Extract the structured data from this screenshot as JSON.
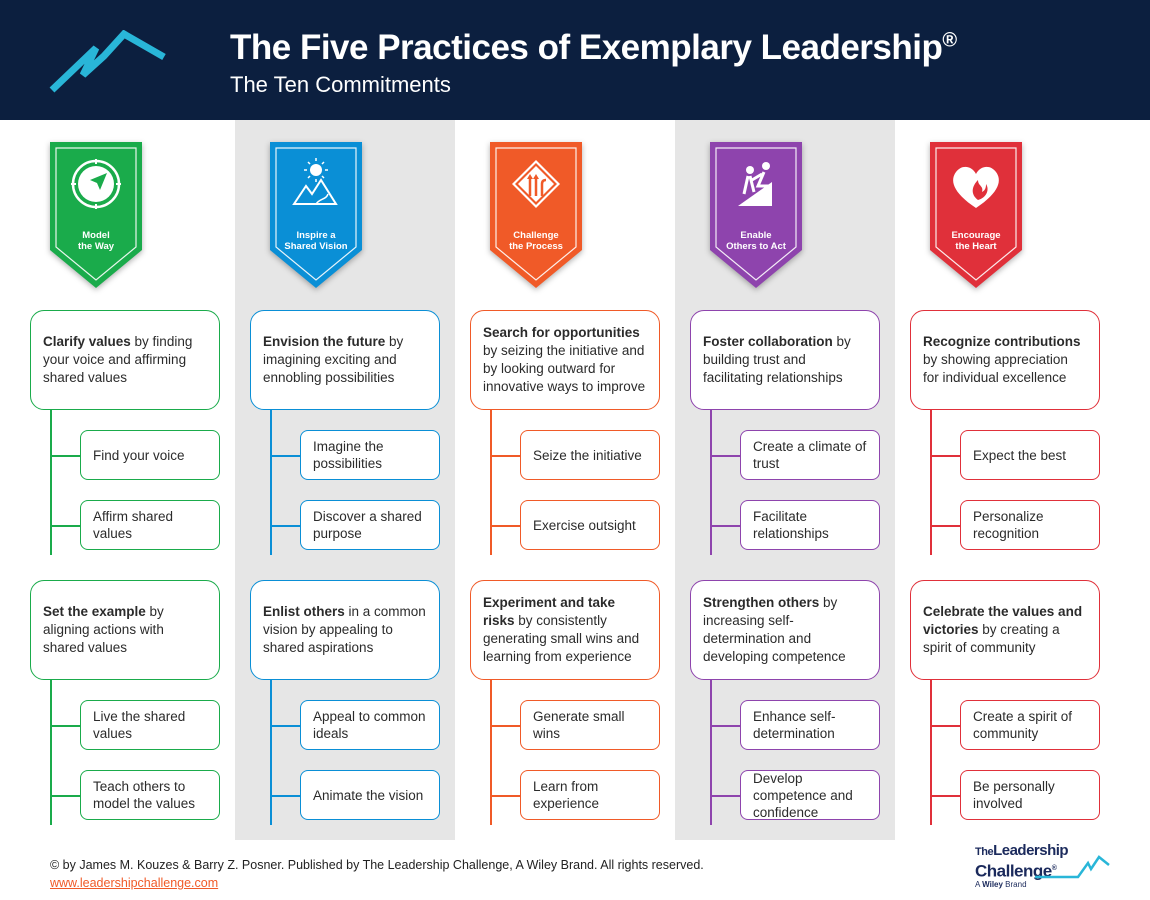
{
  "header": {
    "title": "The Five Practices of Exemplary Leadership",
    "title_mark": "®",
    "subtitle": "The Ten Commitments"
  },
  "colors": {
    "header": "#0c1f3f",
    "green": "#1aab4b",
    "blue": "#0a8fd6",
    "orange": "#f05a28",
    "purple": "#8e44ad",
    "red": "#e0303a"
  },
  "practices": [
    {
      "label1": "Model",
      "label2": "the Way",
      "icon": "compass-icon",
      "color": "#1aab4b",
      "c1": {
        "bold": "Clarify values",
        "rest": " by finding your voice and affirming shared values",
        "subs": [
          "Find your voice",
          "Affirm shared values"
        ]
      },
      "c2": {
        "bold": "Set the example",
        "rest": " by aligning actions with shared values",
        "subs": [
          "Live the shared values",
          "Teach others to model the values"
        ]
      }
    },
    {
      "label1": "Inspire a",
      "label2": "Shared Vision",
      "icon": "mountain-sun-icon",
      "color": "#0a8fd6",
      "c1": {
        "bold": "Envision the future",
        "rest": " by imagining exciting and ennobling possibilities",
        "subs": [
          "Imagine the possibilities",
          "Discover a shared purpose"
        ]
      },
      "c2": {
        "bold": "Enlist others",
        "rest": " in a common vision by appealing to shared aspirations",
        "subs": [
          "Appeal to common ideals",
          "Animate the vision"
        ]
      }
    },
    {
      "label1": "Challenge",
      "label2": "the Process",
      "icon": "road-sign-arrows-icon",
      "color": "#f05a28",
      "c1": {
        "bold": "Search for opportunities",
        "rest": " by seizing the initiative and by looking outward for innovative ways to improve",
        "subs": [
          "Seize the initiative",
          "Exercise outsight"
        ]
      },
      "c2": {
        "bold": "Experiment and take risks",
        "rest": " by consistently generating small wins and learning from experience",
        "subs": [
          "Generate small wins",
          "Learn from experience"
        ]
      }
    },
    {
      "label1": "Enable",
      "label2": "Others to Act",
      "icon": "helping-climb-icon",
      "color": "#8e44ad",
      "c1": {
        "bold": "Foster collaboration",
        "rest": " by building trust and facilitating relationships",
        "subs": [
          "Create a climate of trust",
          "Facilitate relationships"
        ]
      },
      "c2": {
        "bold": "Strengthen others",
        "rest": " by increasing self-determination and developing competence",
        "subs": [
          "Enhance self-determination",
          "Develop competence and confidence"
        ]
      }
    },
    {
      "label1": "Encourage",
      "label2": "the Heart",
      "icon": "heart-flame-icon",
      "color": "#e0303a",
      "c1": {
        "bold": "Recognize contributions",
        "rest": " by showing appreciation for individual excellence",
        "subs": [
          "Expect the best",
          "Personalize recognition"
        ]
      },
      "c2": {
        "bold": "Celebrate the values and victories",
        "rest": " by creating a spirit of community",
        "subs": [
          "Create a spirit of community",
          "Be personally involved"
        ]
      }
    }
  ],
  "footer": {
    "text": "© by James M. Kouzes & Barry Z. Posner. Published by The Leadership Challenge, A Wiley Brand. All rights reserved. ",
    "link": "www.leadershipchallenge.com"
  },
  "brand": {
    "the": "The",
    "leadership": "Leadership",
    "challenge": "Challenge",
    "mark": "®",
    "a": "A ",
    "wiley": "Wiley",
    "brand": " Brand"
  }
}
